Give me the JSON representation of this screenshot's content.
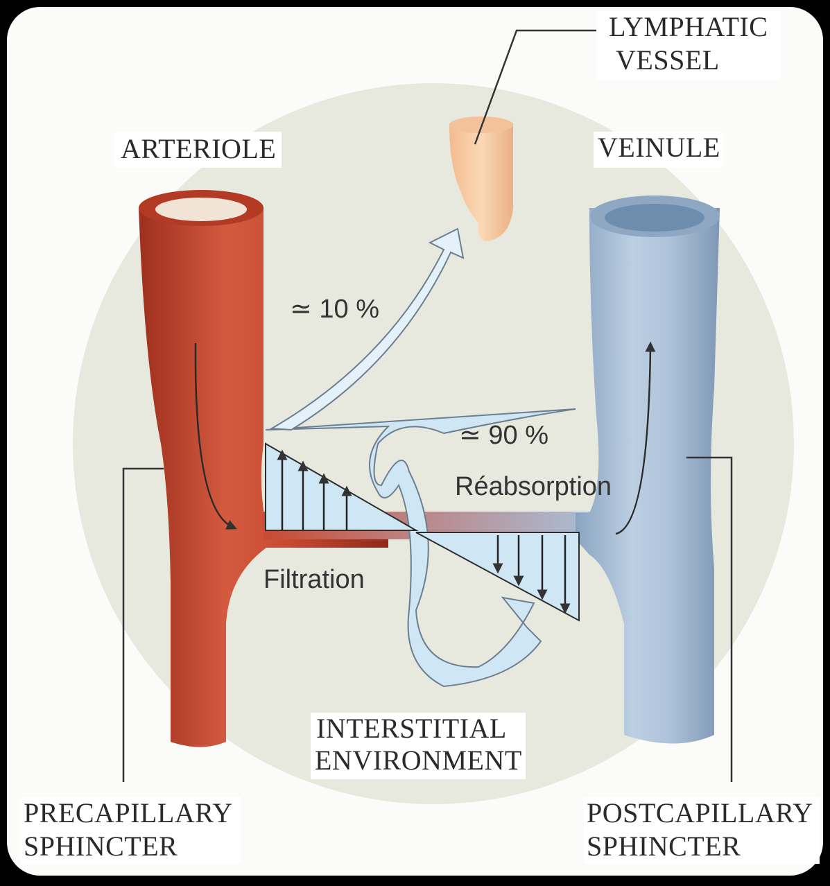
{
  "labels": {
    "lymphatic_line1": "LYMPHATIC",
    "lymphatic_line2": "VESSEL",
    "arteriole": "ARTERIOLE",
    "veinule": "VEINULE",
    "ten_percent": "≃ 10 %",
    "ninety_percent": "≃ 90 %",
    "reabsorption": "Réabsorption",
    "filtration": "Filtration",
    "interstitial_line1": "INTERSTITIAL",
    "interstitial_line2": "ENVIRONMENT",
    "precapillary_line1": "PRECAPILLARY",
    "precapillary_line2": "SPHINCTER",
    "postcapillary_line1": "POSTCAPILLARY",
    "postcapillary_line2": "SPHINCTER"
  },
  "colors": {
    "arteriole": "#c94a32",
    "veinule": "#a9bfd6",
    "lymph": "#f6c9a0",
    "flow": "#cfe6f4",
    "background_disc": "#e6e6dc"
  }
}
